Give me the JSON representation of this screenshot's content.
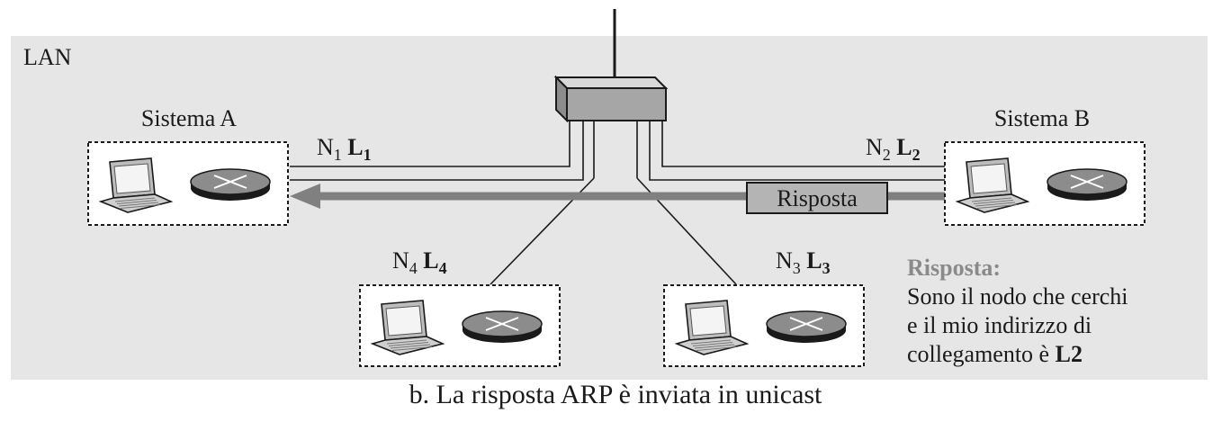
{
  "lan_label": "LAN",
  "system_a": {
    "title": "Sistema A",
    "n": "N",
    "n_sub": "1",
    "l": "L",
    "l_sub": "1"
  },
  "system_b": {
    "title": "Sistema B",
    "n": "N",
    "n_sub": "2",
    "l": "L",
    "l_sub": "2"
  },
  "node_3": {
    "n": "N",
    "n_sub": "3",
    "l": "L",
    "l_sub": "3"
  },
  "node_4": {
    "n": "N",
    "n_sub": "4",
    "l": "L",
    "l_sub": "4"
  },
  "reply_box_label": "Risposta",
  "reply_note": {
    "title": "Risposta:",
    "line1": "Sono il nodo che cerchi",
    "line2": "e il mio indirizzo di",
    "line3_prefix": "collegamento è ",
    "line3_bold": "L2"
  },
  "caption": "b. La risposta ARP è inviata in unicast",
  "colors": {
    "lan_background": "#e6e6e6",
    "arrow": "#808080",
    "reply_box": "#b4b4b4",
    "switch_front": "#a6a6a6",
    "switch_top": "#d8d8d8",
    "reply_note_title": "#8a8a8a"
  }
}
